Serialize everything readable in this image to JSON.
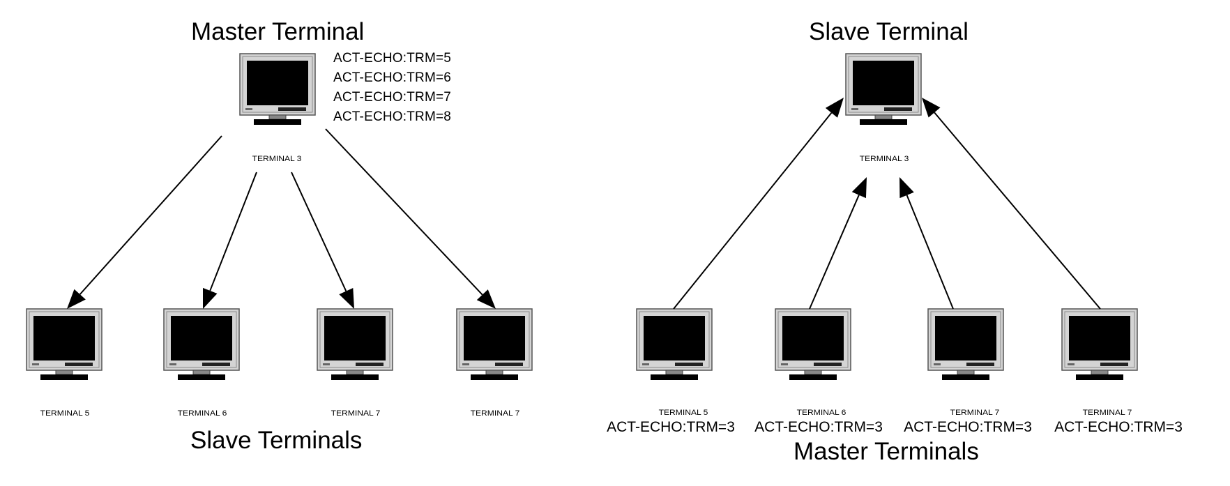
{
  "left": {
    "heading": "Master Terminal",
    "commands": [
      "ACT-ECHO:TRM=5",
      "ACT-ECHO:TRM=6",
      "ACT-ECHO:TRM=7",
      "ACT-ECHO:TRM=8"
    ],
    "center_label": "TERMINAL 3",
    "terminals": [
      {
        "label": "TERMINAL 5"
      },
      {
        "label": "TERMINAL 6"
      },
      {
        "label": "TERMINAL 7"
      },
      {
        "label": "TERMINAL 7"
      }
    ],
    "footer": "Slave Terminals"
  },
  "right": {
    "heading": "Slave Terminal",
    "center_label": "TERMINAL 3",
    "terminals": [
      {
        "label": "TERMINAL 5",
        "command": "ACT-ECHO:TRM=3"
      },
      {
        "label": "TERMINAL 6",
        "command": "ACT-ECHO:TRM=3"
      },
      {
        "label": "TERMINAL 7",
        "command": "ACT-ECHO:TRM=3"
      },
      {
        "label": "TERMINAL 7",
        "command": "ACT-ECHO:TRM=3"
      }
    ],
    "footer": "Master Terminals"
  },
  "colors": {
    "screen": "#000000",
    "bezel": "#d4d4d4",
    "line": "#000000"
  }
}
